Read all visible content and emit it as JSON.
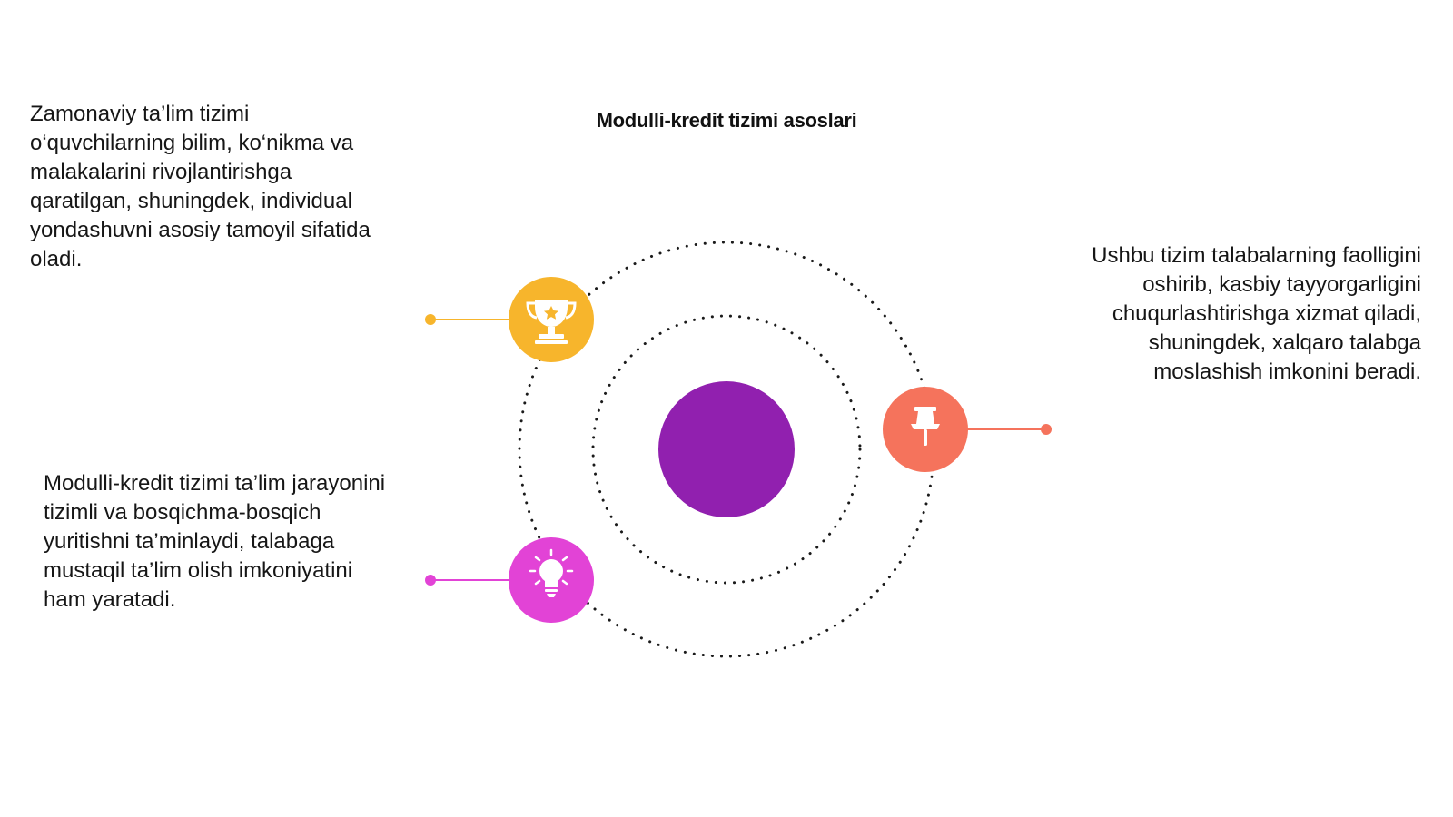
{
  "title": "Modulli-kredit tizimi asoslari",
  "blocks": [
    {
      "text": "Zamonaviy ta’lim tizimi o‘quvchilarning bilim, ko‘nikma va malakalarini rivojlantirishga qaratilgan, shuningdek, individual yondashuvni asosiy tamoyil sifatida oladi.",
      "icon": "trophy-icon",
      "color": "#F7B52C"
    },
    {
      "text": "Modulli-kredit tizimi ta’lim jarayonini tizimli va bosqichma-bosqich yuritishni ta’minlaydi, talabaga mustaqil ta’lim olish imkoniyatini ham yaratadi.",
      "icon": "lightbulb-icon",
      "color": "#E243D6"
    },
    {
      "text": "Ushbu tizim talabalarning faolligini oshirib, kasbiy tayyorgarligini chuqurlashtirishga xizmat qiladi, shuningdek, xalqaro talabga moslashish imkonini beradi.",
      "icon": "pushpin-icon",
      "color": "#F5735C"
    }
  ],
  "center_color": "#9120AF",
  "orbit_color": "#1a1a1a"
}
